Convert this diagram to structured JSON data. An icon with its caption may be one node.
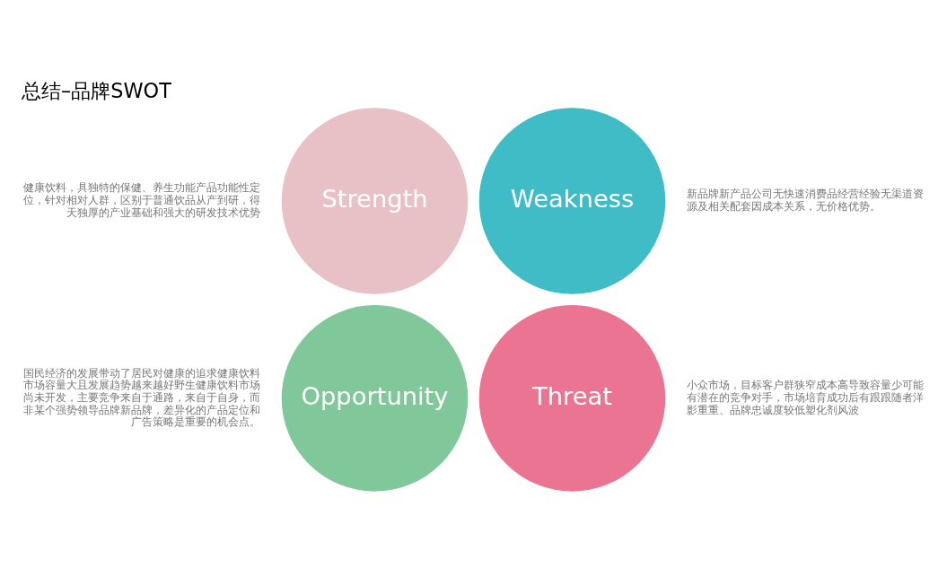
{
  "diagram": {
    "title": "总结–品牌SWOT",
    "nodes": [
      {
        "text": [
          "Strength"
        ],
        "beside": [
          "健康饮料，具独特的保健、养生功能产品功能性定位，针对相对人群，区别于普通饮品从产到研，得天独厚的产业基础和强大的研发技术优势"
        ]
      },
      {
        "text": [
          "Weakness"
        ],
        "beside": [
          "新品牌新产品公司无快速消费品经营经验无渠道资源及相关配套因成本关系，无价格优势。"
        ]
      },
      {
        "text": [
          "Opportunity"
        ],
        "beside": [
          "国民经济的发展带动了居民对健康的追求健康饮料市场容量大且发展趋势越来越好野生健康饮料市场尚未开发，主要竞争来自于通路，来自于自身，而非某个强势领导品牌新品牌，差异化的产品定位和广告策略是重要的机会点。"
        ]
      },
      {
        "text": [
          "Threat"
        ],
        "beside": [
          "小众市场，目标客户群狭窄成本高导致容量少可能有潜在的竞争对手，市场培育成功后有跟跟随者洋影重重、品牌忠诚度较低塑化剂风波"
        ]
      }
    ]
  }
}
